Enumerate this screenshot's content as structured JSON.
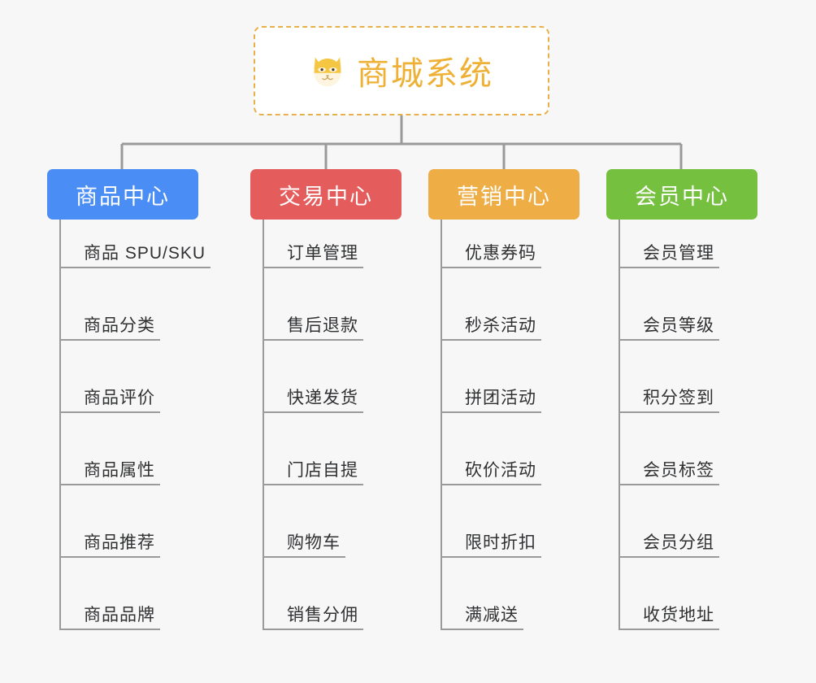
{
  "root": {
    "icon": "shiba-dog-face-icon",
    "title": "商城系统"
  },
  "colors": {
    "background": "#f7f7f7",
    "root_border": "#e8b04b",
    "root_text": "#efb135",
    "connector": "#9a9a9a",
    "leaf_text": "#303133",
    "branch_blue": "#4a8ef5",
    "branch_red": "#e55c5c",
    "branch_orange": "#eead45",
    "branch_green": "#76c040"
  },
  "branches": [
    {
      "label": "商品中心",
      "color": "#4a8ef5",
      "items": [
        "商品 SPU/SKU",
        "商品分类",
        "商品评价",
        "商品属性",
        "商品推荐",
        "商品品牌"
      ]
    },
    {
      "label": "交易中心",
      "color": "#e55c5c",
      "items": [
        "订单管理",
        "售后退款",
        "快递发货",
        "门店自提",
        "购物车",
        "销售分佣"
      ]
    },
    {
      "label": "营销中心",
      "color": "#eead45",
      "items": [
        "优惠券码",
        "秒杀活动",
        "拼团活动",
        "砍价活动",
        "限时折扣",
        "满减送"
      ]
    },
    {
      "label": "会员中心",
      "color": "#76c040",
      "items": [
        "会员管理",
        "会员等级",
        "积分签到",
        "会员标签",
        "会员分组",
        "收货地址"
      ]
    }
  ]
}
